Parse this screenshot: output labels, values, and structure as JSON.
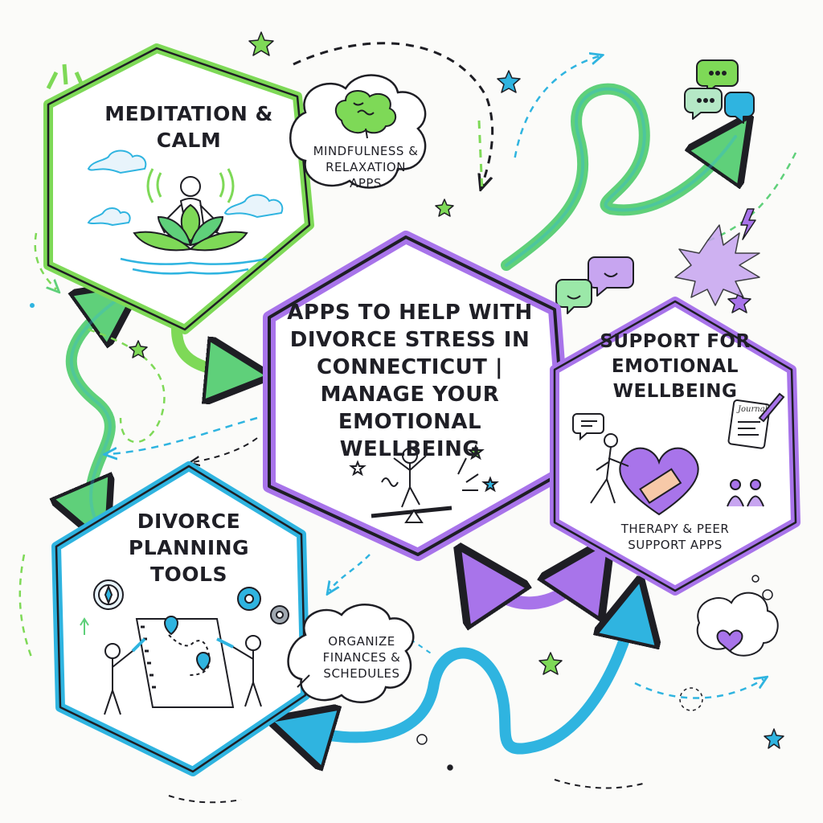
{
  "central": {
    "title": "APPS TO HELP WITH DIVORCE STRESS IN CONNECTICUT | MANAGE YOUR EMOTIONAL WELLBEING"
  },
  "meditation": {
    "title": "MEDITATION & CALM",
    "bubble": "MINDFULNESS & RELAXATION APPS"
  },
  "support": {
    "title": "SUPPORT FOR EMOTIONAL WELLBEING",
    "caption": "THERAPY & PEER SUPPORT APPS",
    "journal_word": "Journal"
  },
  "planning": {
    "title": "DIVORCE PLANNING TOOLS",
    "bubble": "ORGANIZE FINANCES & SCHEDULES"
  },
  "colors": {
    "green": "#7ed957",
    "purple": "#9b59e0",
    "blue": "#2fb4e0",
    "outline": "#1e1e24"
  }
}
